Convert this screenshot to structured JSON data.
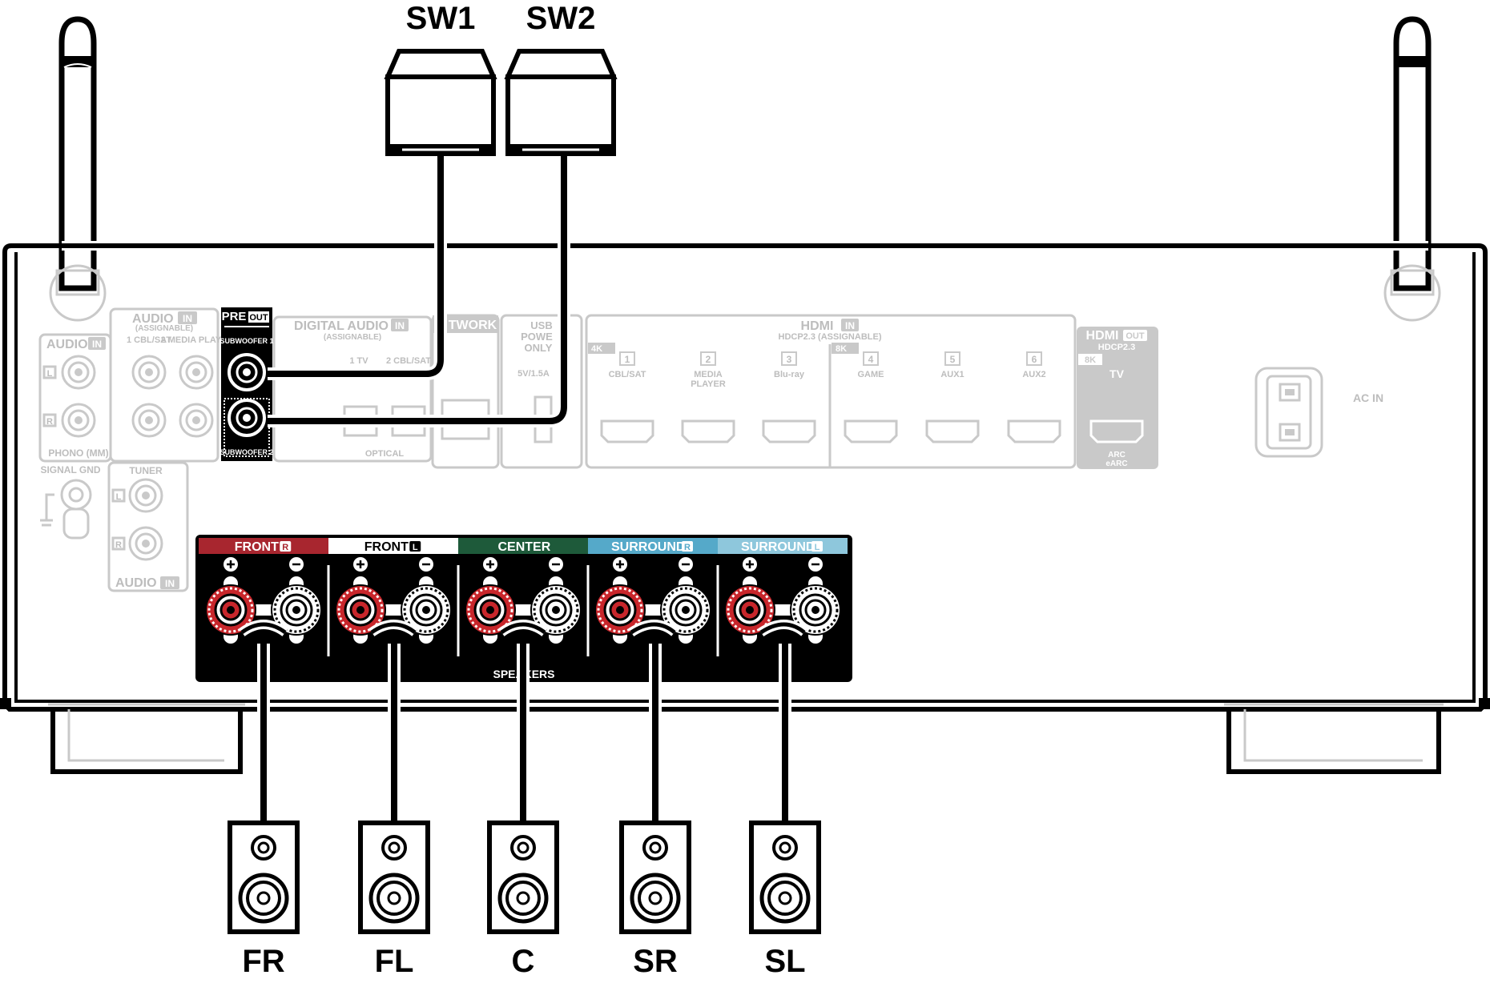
{
  "subwoofers": [
    {
      "label": "SW1"
    },
    {
      "label": "SW2"
    }
  ],
  "speakers": [
    {
      "label": "FR"
    },
    {
      "label": "FL"
    },
    {
      "label": "C"
    },
    {
      "label": "SR"
    },
    {
      "label": "SL"
    }
  ],
  "terminal_groups": [
    {
      "label": "FRONT",
      "badge": "R",
      "color": "#a8262f"
    },
    {
      "label": "FRONT",
      "badge": "L",
      "color": "#ffffff"
    },
    {
      "label": "CENTER",
      "badge": "",
      "color": "#1e5a3a"
    },
    {
      "label": "SURROUND",
      "badge": "R",
      "color": "#55a9c9"
    },
    {
      "label": "SURROUND",
      "badge": "L",
      "color": "#8ec7dc"
    }
  ],
  "speakers_panel_label": "SPEAKERS",
  "pre_out": {
    "title": "PRE",
    "badge": "OUT",
    "sub1": "SUBWOOFER 1",
    "sub2": "SUBWOOFER 2"
  },
  "audio_in": {
    "title": "AUDIO",
    "badge": "IN",
    "sub": "(ASSIGNABLE)",
    "ch1": "1 CBL/SAT",
    "ch2": "2 MEDIA PLAYER"
  },
  "phono": {
    "title": "AUDIO",
    "badge": "IN",
    "l": "L",
    "r": "R",
    "footer": "PHONO (MM)"
  },
  "signal_gnd": "SIGNAL GND",
  "tuner": {
    "title": "TUNER",
    "l": "L",
    "r": "R",
    "footer": "AUDIO",
    "badge": "IN"
  },
  "digital_audio": {
    "title": "DIGITAL AUDIO",
    "badge": "IN",
    "sub": "(ASSIGNABLE)",
    "ch1": "1  TV",
    "ch2": "2 CBL/SAT",
    "footer": "OPTICAL"
  },
  "network": "TWORK",
  "usb": {
    "l1": "USB",
    "l2": "POWE",
    "l3": "ONLY",
    "rating": "5V/1.5A"
  },
  "hdmi_in": {
    "title": "HDMI",
    "badge": "IN",
    "sub": "HDCP2.3  (ASSIGNABLE)",
    "group4k": "4K",
    "group8k": "8K",
    "ports": [
      {
        "num": "1",
        "name": "CBL/SAT"
      },
      {
        "num": "2",
        "name": "MEDIA PLAYER"
      },
      {
        "num": "3",
        "name": "Blu-ray"
      },
      {
        "num": "4",
        "name": "GAME"
      },
      {
        "num": "5",
        "name": "AUX1"
      },
      {
        "num": "6",
        "name": "AUX2"
      }
    ]
  },
  "hdmi_out": {
    "title": "HDMI",
    "badge": "OUT",
    "sub": "HDCP2.3",
    "group": "8K",
    "port": "TV",
    "arc": "ARC",
    "earc": "eARC"
  },
  "ac_in": "AC IN"
}
